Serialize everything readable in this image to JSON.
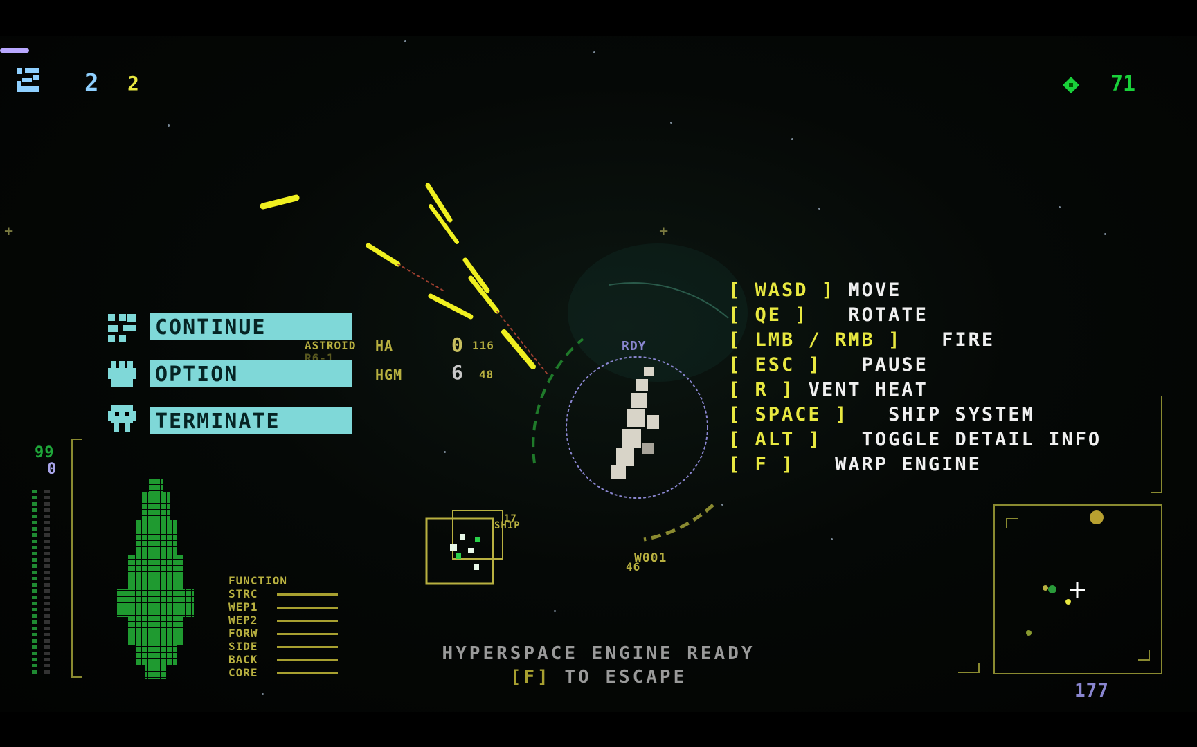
{
  "hud": {
    "top_left_values": [
      "2",
      "2"
    ],
    "top_right_value": "71",
    "bottom_right_value": "177",
    "hp_values": [
      "99",
      "0"
    ]
  },
  "menu": {
    "items": [
      {
        "label": "CONTINUE",
        "icon": "dice-icon"
      },
      {
        "label": "OPTION",
        "icon": "cross-icon"
      },
      {
        "label": "TERMINATE",
        "icon": "skull-icon"
      }
    ]
  },
  "controls": [
    {
      "key": "WASD",
      "action": "MOVE"
    },
    {
      "key": "QE",
      "action": "ROTATE"
    },
    {
      "key": "LMB / RMB",
      "action": "FIRE"
    },
    {
      "key": "ESC",
      "action": "PAUSE"
    },
    {
      "key": "R",
      "action": "VENT HEAT"
    },
    {
      "key": "SPACE",
      "action": "SHIP SYSTEM"
    },
    {
      "key": "ALT",
      "action": "TOGGLE DETAIL INFO"
    },
    {
      "key": "F",
      "action": "WARP ENGINE"
    }
  ],
  "target_info": {
    "name": "ASTROID",
    "sub": "R6-1",
    "rows": [
      {
        "label": "HA",
        "value": "0",
        "sub": "116"
      },
      {
        "label": "HGM",
        "value": "6",
        "sub": "48"
      }
    ]
  },
  "labels": {
    "rdy": "RDY",
    "ship": "SHIP",
    "ship_num": "17",
    "unit": "W001",
    "unit_num": "46"
  },
  "function_panel": {
    "title": "FUNCTION",
    "rows": [
      "STRC",
      "WEP1",
      "WEP2",
      "FORW",
      "SIDE",
      "BACK",
      "CORE"
    ]
  },
  "message": {
    "line1": "HYPERSPACE ENGINE READY",
    "line2_key": "[F]",
    "line2_text": "TO ESCAPE"
  },
  "colors": {
    "menu_bg": "#7fd8d8",
    "key_yellow": "#e8e840",
    "hp_green": "#1fa83a",
    "hud_blue": "#8fd0ff"
  }
}
